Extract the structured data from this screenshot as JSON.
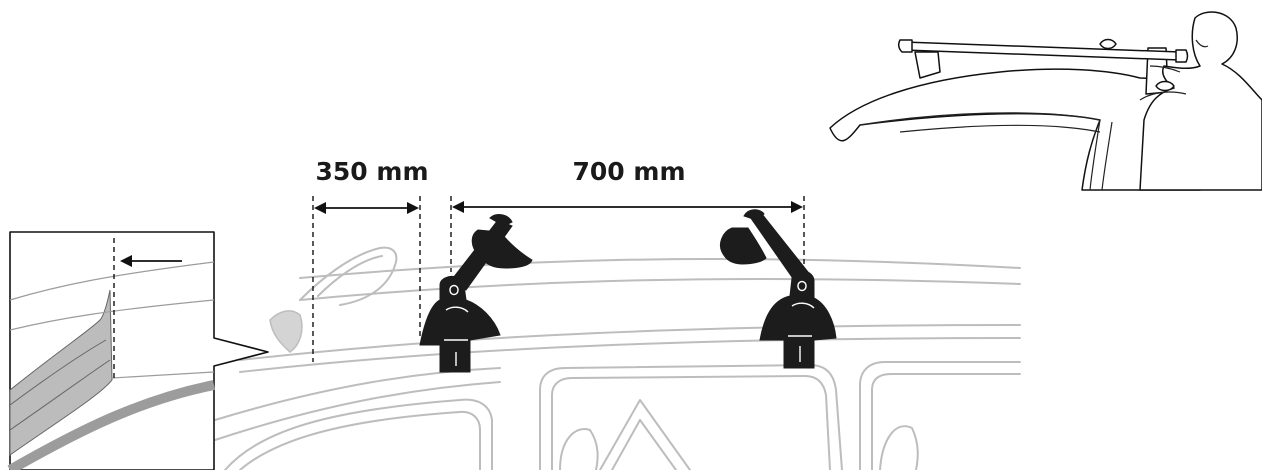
{
  "dimensions": {
    "front_offset": {
      "value": 350,
      "unit": "mm",
      "label": "350 mm"
    },
    "bar_spacing": {
      "value": 700,
      "unit": "mm",
      "label": "700 mm"
    }
  },
  "colors": {
    "line": "#111111",
    "car_outline": "#bdbdbd",
    "foot_fill": "#1c1c1c"
  }
}
